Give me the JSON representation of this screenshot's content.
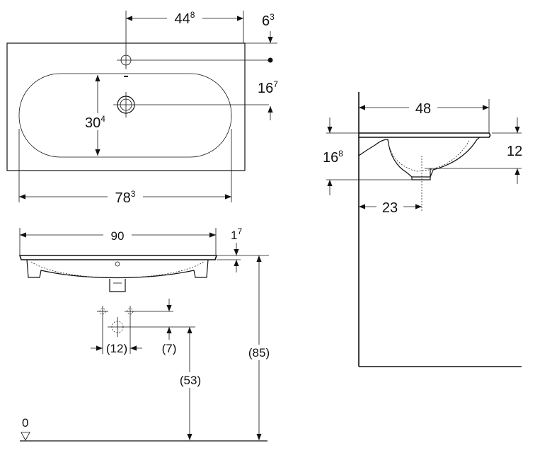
{
  "dimensions": {
    "top_view": {
      "tap_offset": {
        "main": "44",
        "sup": "8"
      },
      "edge_offset": {
        "main": "6",
        "sup": "3"
      },
      "drain_offset": {
        "main": "16",
        "sup": "7"
      },
      "bowl_depth": {
        "main": "30",
        "sup": "4"
      },
      "bowl_width": {
        "main": "78",
        "sup": "3"
      }
    },
    "front_view": {
      "overall_width": {
        "main": "90",
        "sup": ""
      },
      "rim_thickness": {
        "main": "1",
        "sup": "7"
      },
      "waste_spacing": "(12)",
      "waste_height_small": "(7)",
      "waste_height": "(53)",
      "mounting_height": "(85)",
      "floor_level": "0"
    },
    "side_view": {
      "depth": {
        "main": "48",
        "sup": ""
      },
      "height_left": {
        "main": "16",
        "sup": "8"
      },
      "height_right": {
        "main": "12",
        "sup": ""
      },
      "drain_from_wall": {
        "main": "23",
        "sup": ""
      }
    }
  }
}
